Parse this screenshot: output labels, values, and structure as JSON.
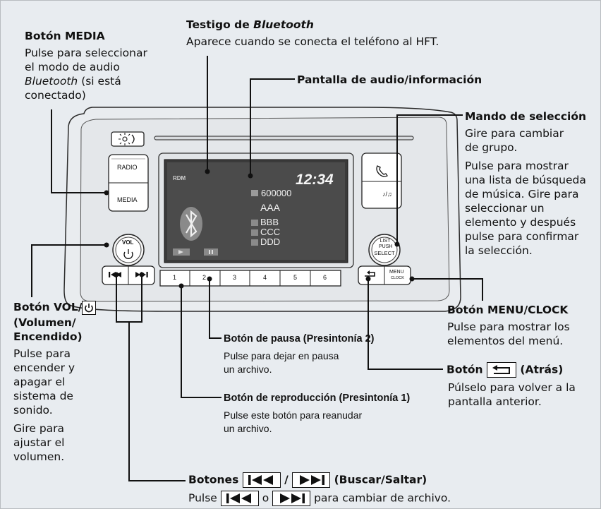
{
  "annotations": {
    "media_title": "Botón MEDIA",
    "media_desc": [
      "Pulse para seleccionar",
      "el modo de audio",
      "Bluetooth",
      "(si está",
      "conectado)"
    ],
    "bt_title": "Testigo de",
    "bt_title_em": "Bluetooth",
    "bt_desc": "Aparece cuando se conecta el teléfono al HFT.",
    "display_title": "Pantalla de audio/información",
    "sel_title": "Mando de selección",
    "sel_desc": [
      "Gire para cambiar",
      "de grupo.",
      "Pulse para mostrar",
      "una lista de búsqueda",
      "de música. Gire para",
      "seleccionar un",
      "elemento y después",
      "pulse para confirmar",
      "la selección."
    ],
    "vol_title_a": "Botón VOL/",
    "vol_title_b": [
      "(Volumen/",
      "Encendido)"
    ],
    "vol_desc": [
      "Pulse para",
      "encender y",
      "apagar el",
      "sistema de",
      "sonido.",
      "Gire para",
      "ajustar el",
      "volumen."
    ],
    "menu_title": "Botón MENU/CLOCK",
    "menu_desc": [
      "Pulse para mostrar los",
      "elementos del menú."
    ],
    "pause_title": "Botón de pausa (Presintonía 2)",
    "pause_desc": [
      "Pulse para dejar en pausa",
      "un archivo."
    ],
    "back_title_a": "Botón",
    "back_title_b": "(Atrás)",
    "back_desc": [
      "Púlselo para volver a la",
      "pantalla anterior."
    ],
    "play_title": "Botón de reproducción (Presintonía 1)",
    "play_desc": [
      "Pulse este botón para reanudar",
      "un archivo."
    ],
    "seek_title_a": "Botones",
    "seek_title_sep": "/",
    "seek_title_b": "(Buscar/Saltar)",
    "seek_desc_a": "Pulse",
    "seek_desc_o": "o",
    "seek_desc_b": "para cambiar de archivo."
  },
  "unit": {
    "radio_label": "RADIO",
    "media_label": "MEDIA",
    "vol_label": "VOL",
    "select_label": [
      "LIST",
      "PUSH",
      "SELECT"
    ],
    "menu_label": "MENU",
    "clock_label": "CLOCK",
    "presets": [
      "1",
      "2",
      "3",
      "4",
      "5",
      "6"
    ],
    "icons": [
      "power-icon",
      "seek-back-icon",
      "seek-forward-icon",
      "phone-icon",
      "music-note-icon",
      "back-arrow-icon",
      "bluetooth-icon",
      "brightness-icon"
    ]
  },
  "screen": {
    "status": "RDM",
    "clock": "12:34",
    "track_number": "600000",
    "title": "AAA",
    "rows": [
      "BBB",
      "CCC",
      "DDD"
    ]
  }
}
